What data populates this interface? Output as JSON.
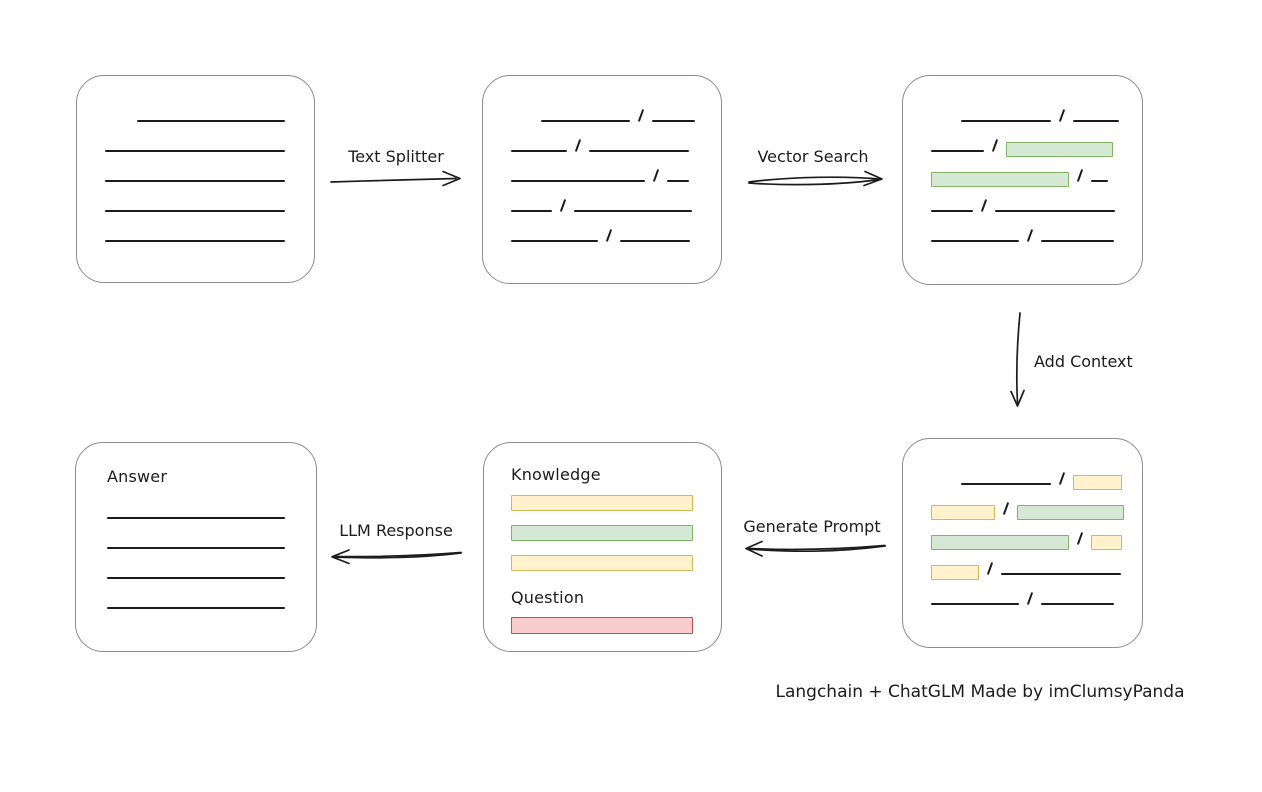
{
  "caption": "Langchain + ChatGLM Made by imClumsyPanda",
  "colors": {
    "ink": "#1c1c1c",
    "box_stroke": "#8d8d8d",
    "green_fill": "#d5e8d4",
    "green_stroke": "#82b366",
    "yellow_fill": "#fff2cc",
    "yellow_stroke": "#d6b656",
    "red_fill": "#f8cecc",
    "red_stroke": "#b85450"
  },
  "arrows": {
    "text_splitter": "Text Splitter",
    "vector_search": "Vector Search",
    "add_context": "Add Context",
    "generate_prompt": "Generate Prompt",
    "llm_response": "LLM Response"
  },
  "boxes": {
    "source_document": {
      "rows": [
        {
          "ml": 32,
          "segs": [
            {
              "k": "line",
              "w": 148
            }
          ]
        },
        {
          "segs": [
            {
              "k": "line",
              "w": 180
            }
          ]
        },
        {
          "segs": [
            {
              "k": "line",
              "w": 180
            }
          ]
        },
        {
          "segs": [
            {
              "k": "line",
              "w": 180
            }
          ]
        },
        {
          "segs": [
            {
              "k": "line",
              "w": 180
            }
          ]
        }
      ]
    },
    "split_chunks": {
      "rows": [
        {
          "ml": 30,
          "segs": [
            {
              "k": "line",
              "w": 89
            },
            {
              "k": "slash"
            },
            {
              "k": "line",
              "w": 43
            }
          ]
        },
        {
          "segs": [
            {
              "k": "line",
              "w": 56
            },
            {
              "k": "slash"
            },
            {
              "k": "line",
              "w": 100
            }
          ]
        },
        {
          "segs": [
            {
              "k": "line",
              "w": 134
            },
            {
              "k": "slash"
            },
            {
              "k": "line",
              "w": 22
            }
          ]
        },
        {
          "segs": [
            {
              "k": "line",
              "w": 41
            },
            {
              "k": "slash"
            },
            {
              "k": "line",
              "w": 118
            }
          ]
        },
        {
          "segs": [
            {
              "k": "line",
              "w": 87
            },
            {
              "k": "slash"
            },
            {
              "k": "line",
              "w": 70
            }
          ]
        }
      ]
    },
    "matched_chunks": {
      "rows": [
        {
          "ml": 30,
          "segs": [
            {
              "k": "line",
              "w": 90
            },
            {
              "k": "slash"
            },
            {
              "k": "line",
              "w": 46
            }
          ]
        },
        {
          "segs": [
            {
              "k": "line",
              "w": 53
            },
            {
              "k": "slash"
            },
            {
              "k": "green",
              "w": 107
            }
          ]
        },
        {
          "segs": [
            {
              "k": "green",
              "w": 138
            },
            {
              "k": "slash"
            },
            {
              "k": "line",
              "w": 17
            }
          ]
        },
        {
          "segs": [
            {
              "k": "line",
              "w": 42
            },
            {
              "k": "slash"
            },
            {
              "k": "line",
              "w": 120
            }
          ]
        },
        {
          "segs": [
            {
              "k": "line",
              "w": 88
            },
            {
              "k": "slash"
            },
            {
              "k": "line",
              "w": 73
            }
          ]
        }
      ]
    },
    "context_chunks": {
      "rows": [
        {
          "ml": 30,
          "segs": [
            {
              "k": "line",
              "w": 90
            },
            {
              "k": "slash"
            },
            {
              "k": "yellow",
              "w": 49
            }
          ]
        },
        {
          "segs": [
            {
              "k": "yellow",
              "w": 64
            },
            {
              "k": "slash"
            },
            {
              "k": "green",
              "w": 107
            }
          ]
        },
        {
          "segs": [
            {
              "k": "green",
              "w": 138
            },
            {
              "k": "slash"
            },
            {
              "k": "yellow",
              "w": 31
            }
          ]
        },
        {
          "segs": [
            {
              "k": "yellow",
              "w": 48
            },
            {
              "k": "slash"
            },
            {
              "k": "line",
              "w": 120
            }
          ]
        },
        {
          "segs": [
            {
              "k": "line",
              "w": 88
            },
            {
              "k": "slash"
            },
            {
              "k": "line",
              "w": 73
            }
          ]
        }
      ]
    },
    "prompt": {
      "knowledge_label": "Knowledge",
      "question_label": "Question",
      "knowledge_bars": [
        "yellow",
        "green",
        "yellow"
      ],
      "question_bars": [
        "red"
      ]
    },
    "answer": {
      "label": "Answer",
      "line_count": 4
    }
  }
}
